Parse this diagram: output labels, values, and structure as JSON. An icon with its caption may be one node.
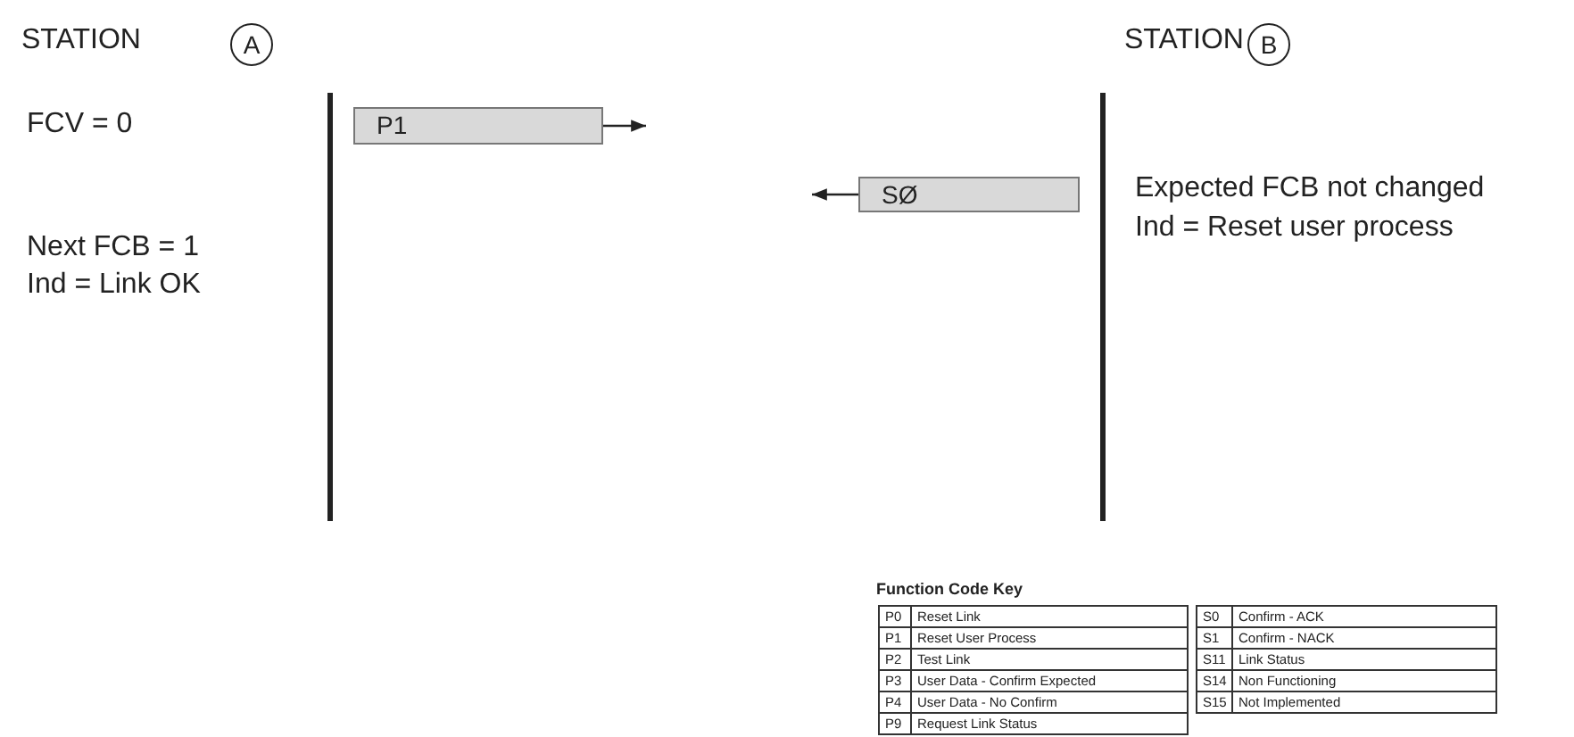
{
  "diagram": {
    "nodes": [
      {
        "text": [
          "P1"
        ]
      },
      {
        "text": [
          "SØ"
        ]
      }
    ],
    "edges": [
      {
        "from": 0,
        "to": null,
        "arrow": "to"
      },
      {
        "from": 1,
        "to": null,
        "arrow": "to"
      }
    ],
    "labels": [
      "STATION",
      "A",
      "STATION",
      "B",
      "FCV = 0",
      "Next FCB = 1",
      "Ind = Link OK",
      "Expected FCB not changed",
      "Ind = Reset user process",
      "Function Code Key",
      "P0",
      "Reset Link",
      "S0",
      "Confirm - ACK",
      "P1",
      "Reset User Process",
      "S1",
      "Confirm - NACK",
      "P2",
      "Test Link",
      "S11",
      "Link Status",
      "P3",
      "User Data - Confirm Expected",
      "S14",
      "Non Functioning",
      "P4",
      "User Data - No Confirm",
      "S15",
      "Not Implemented",
      "P9",
      "Request Link Status"
    ]
  }
}
